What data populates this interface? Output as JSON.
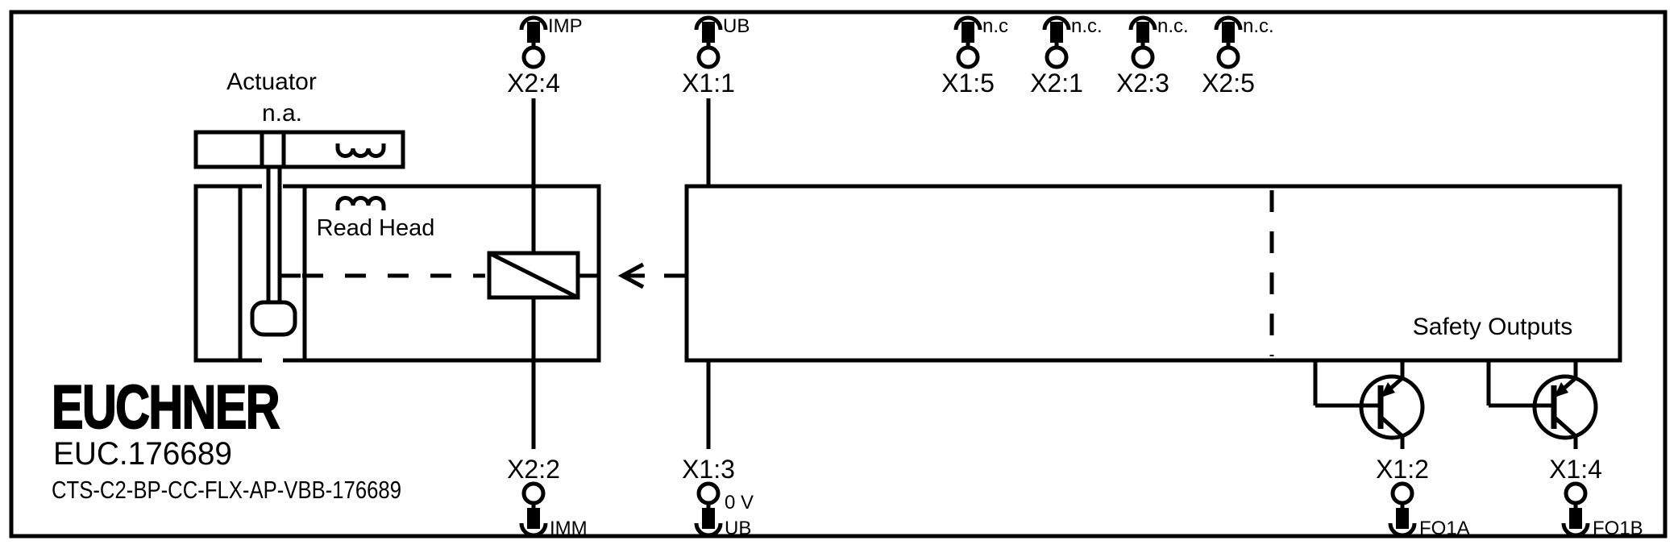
{
  "brand": {
    "logo": "EUCHNER",
    "order_number": "EUC.176689",
    "type_designation": "CTS-C2-BP-CC-FLX-AP-VBB-176689"
  },
  "labels": {
    "actuator": "Actuator",
    "actuator_state": "n.a.",
    "read_head": "Read Head",
    "safety_outputs": "Safety Outputs"
  },
  "terminals": {
    "top": [
      {
        "pin": "X2:4",
        "signal": "IMP"
      },
      {
        "pin": "X1:1",
        "signal": "UB"
      },
      {
        "pin": "X1:5",
        "signal": "n.c"
      },
      {
        "pin": "X2:1",
        "signal": "n.c."
      },
      {
        "pin": "X2:3",
        "signal": "n.c."
      },
      {
        "pin": "X2:5",
        "signal": "n.c."
      }
    ],
    "bottom": [
      {
        "pin": "X2:2",
        "signal": "IMM"
      },
      {
        "pin": "X1:3",
        "signal": "UB",
        "signal_secondary": "0 V"
      },
      {
        "pin": "X1:2",
        "signal": "FO1A"
      },
      {
        "pin": "X1:4",
        "signal": "FO1B"
      }
    ]
  },
  "colors": {
    "line": "#000000",
    "background": "#ffffff"
  }
}
